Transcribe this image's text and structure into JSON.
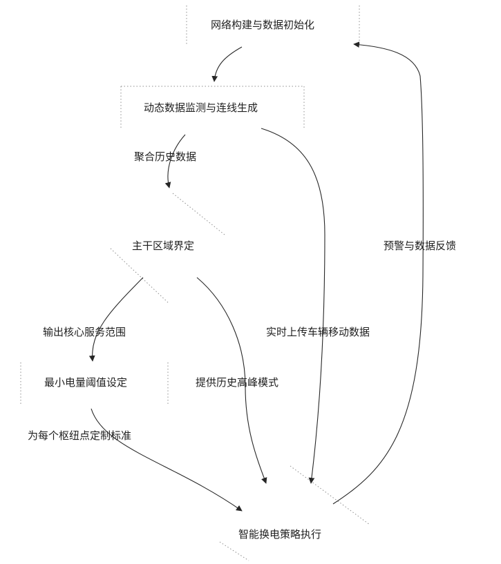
{
  "nodes": {
    "init": "网络构建与数据初始化",
    "monitor": "动态数据监测与连线生成",
    "trunk": "主干区域界定",
    "threshold": "最小电量阈值设定",
    "execute": "智能换电策略执行"
  },
  "edges": {
    "aggregate": "聚合历史数据",
    "output_scope": "输出核心服务范围",
    "per_hub": "为每个枢纽点定制标准",
    "peak_pattern": "提供历史高峰模式",
    "realtime_upload": "实时上传车辆移动数据",
    "feedback": "预警与数据反馈"
  }
}
